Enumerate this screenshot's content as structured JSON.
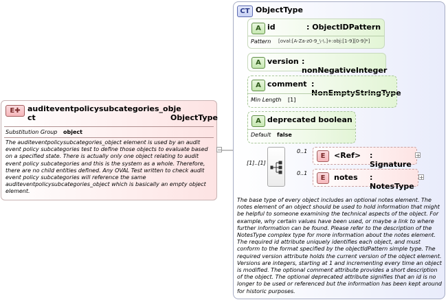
{
  "element": {
    "badge": "E",
    "name": "auditeventpolicysubcategories_obje\nct",
    "type": ": ObjectType",
    "substitution_label": "Substitution Group",
    "substitution_value": "object",
    "documentation": "The auditeventpolicysubcategories_object element is used by an audit event policy subcategories test to define those objects to evaluate based on a specified state. There is actually only one object relating to audit event policy subcategories and this is the system as a whole. Therefore, there are no child entities defined. Any OVAL Test written to check audit event policy subcategories will reference the same auditeventpolicysubcategories_object which is basically an empty object element."
  },
  "complex_type": {
    "badge": "CT",
    "name": "ObjectType",
    "documentation": "The base type of every object includes an optional notes element. The notes element of an object should be used to hold information that might be helpful to someone examining the technical aspects of the object. For example, why certain values have been used, or maybe a link to where further information can be found. Please refer to the description of the NotesType complex type for more information about the notes element. The required id attribute uniquely identifies each object, and must conform to the format specified by the objectIdPattern simple type. The required version attribute holds the current version of the object element. Versions are integers, starting at 1 and incrementing every time an object is modified. The optional comment attribute provides a short description of the object. The optional deprecated attribute signifies that an id is no longer to be used or referenced but the information has been kept around for historic purposes."
  },
  "attributes": [
    {
      "badge": "A",
      "name": "id",
      "type": ": ObjectIDPattern",
      "prop_label": "Pattern",
      "prop_value": "[oval:[A-Za-z0-9_\\-\\.]+:obj:[1-9][0-9]*]"
    },
    {
      "badge": "A",
      "name": "version",
      "type": ": nonNegativeInteger"
    },
    {
      "badge": "A",
      "name": "comment",
      "type": ": NonEmptyStringType",
      "prop_label": "Min Length",
      "prop_value": "[1]"
    },
    {
      "badge": "A",
      "name": "deprecated",
      "type": ": boolean",
      "prop_label": "Default",
      "prop_value": "false"
    }
  ],
  "sequence": {
    "cardinality": "[1]..[1]"
  },
  "children": [
    {
      "badge": "E",
      "name": "<Ref>",
      "type": ": Signature",
      "cardinality": "0..1"
    },
    {
      "badge": "E",
      "name": "notes",
      "type": ": NotesType",
      "cardinality": "0..1"
    }
  ],
  "colors": {
    "element_accent": "#fde3e3",
    "type_accent": "#e9ecfb",
    "attr_accent": "#e3f5d6"
  }
}
